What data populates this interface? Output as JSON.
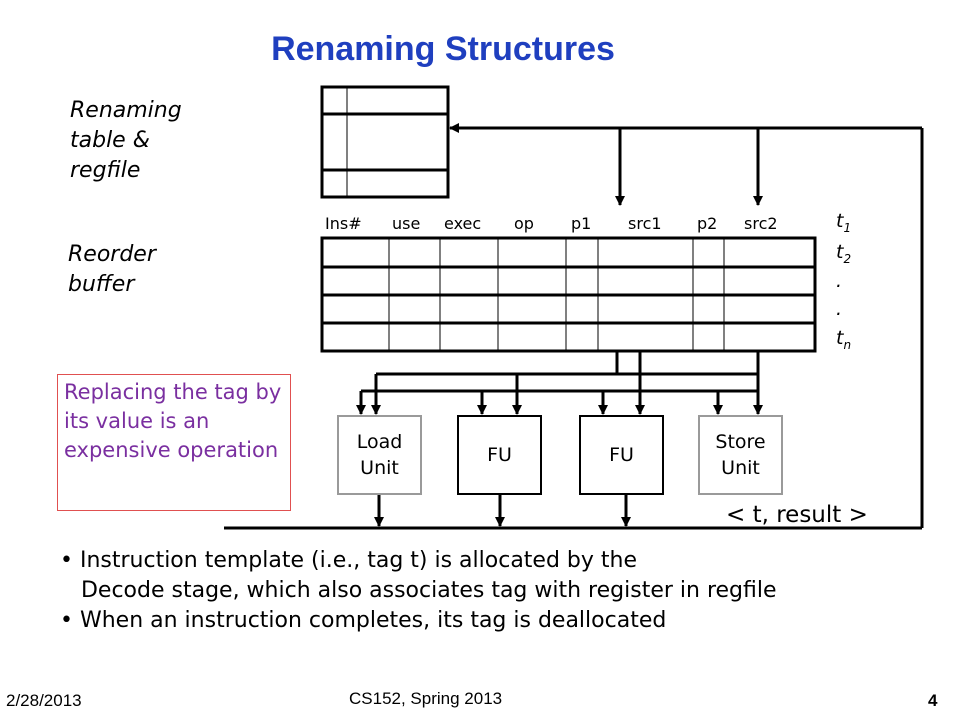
{
  "title": "Renaming Structures",
  "labels": {
    "renaming_table": [
      "Renaming",
      "table &",
      "regfile"
    ],
    "reorder_buffer": [
      "Reorder",
      "buffer"
    ]
  },
  "note": "Replacing the tag by its value is an expensive operation",
  "rob_columns": [
    "Ins#",
    "use",
    "exec",
    "op",
    "p1",
    "src1",
    "p2",
    "src2"
  ],
  "tags": [
    {
      "base": "t",
      "sub": "1"
    },
    {
      "base": "t",
      "sub": "2"
    },
    {
      "base": ".",
      "sub": ""
    },
    {
      "base": ".",
      "sub": ""
    },
    {
      "base": "t",
      "sub": "n"
    }
  ],
  "units": {
    "load": "Load\nUnit",
    "fu1": "FU",
    "fu2": "FU",
    "store": "Store\nUnit"
  },
  "result_label": "< t, result >",
  "bullets": [
    "• Instruction template (i.e., tag t) is allocated by the",
    "   Decode stage, which also associates tag with register in regfile",
    "• When an instruction completes, its tag is deallocated"
  ],
  "footer": {
    "date": "2/28/2013",
    "course": "CS152, Spring 2013",
    "page": "4"
  }
}
